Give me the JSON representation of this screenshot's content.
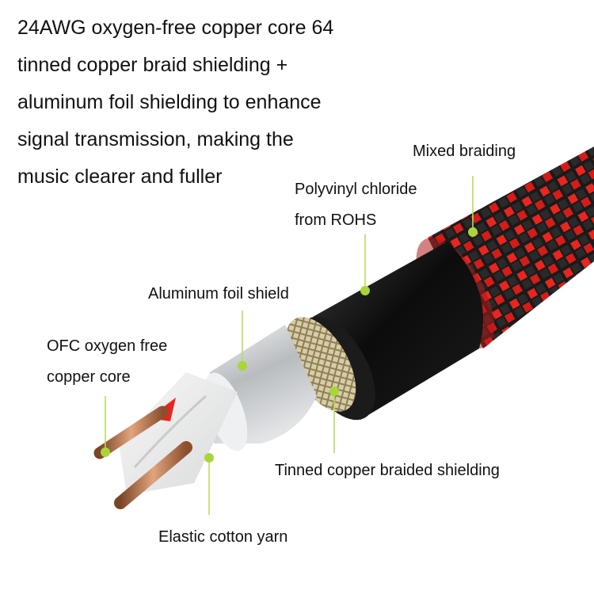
{
  "headline": {
    "lines": [
      "24AWG oxygen-free copper core 64",
      "tinned copper braid shielding +",
      "aluminum foil shielding to enhance",
      "signal transmission, making the",
      "music clearer and fuller"
    ]
  },
  "labels": {
    "mixed_braiding": "Mixed braiding",
    "pvc": [
      "Polyvinyl chloride",
      "from ROHS"
    ],
    "aluminum_foil": "Aluminum foil shield",
    "ofc": [
      "OFC oxygen free",
      "copper core"
    ],
    "tinned_braid": "Tinned copper braided shielding",
    "cotton_yarn": "Elastic cotton yarn"
  },
  "colors": {
    "braid_red": "#e8251f",
    "jacket_black": "#111111",
    "foil_silver": "#c9cbcd",
    "tinned_braid": "#c9bc95",
    "copper": "#b9784e",
    "marker_green": "#a7d63b"
  }
}
